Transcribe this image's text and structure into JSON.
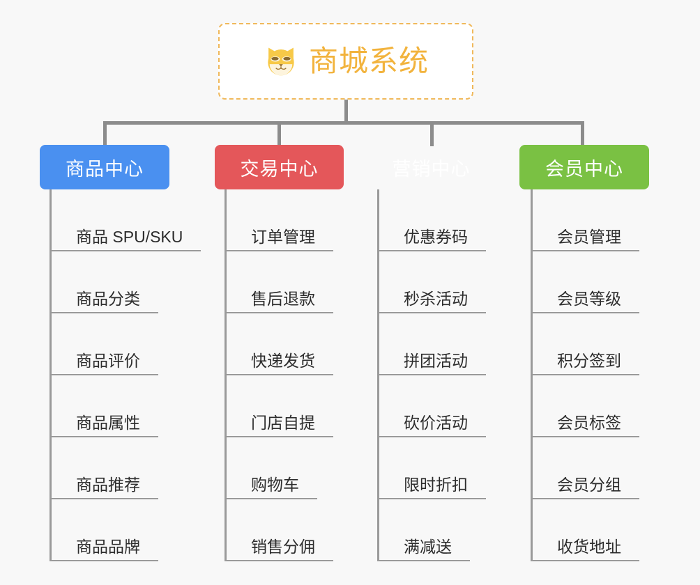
{
  "root": {
    "title": "商城系统",
    "icon": "shiba-inu-icon",
    "border_color": "#f0b95c",
    "text_color": "#f2b33d"
  },
  "theme": {
    "background": "#f8f8f8",
    "line_color": "#8c8c8c",
    "leaf_line_color": "#9a9a9a",
    "leaf_text_color": "#2c2c2c"
  },
  "branches": [
    {
      "label": "商品中心",
      "color": "#4a90f0",
      "items": [
        "商品 SPU/SKU",
        "商品分类",
        "商品评价",
        "商品属性",
        "商品推荐",
        "商品品牌"
      ]
    },
    {
      "label": "交易中心",
      "color": "#e4575a",
      "items": [
        "订单管理",
        "售后退款",
        "快递发货",
        "门店自提",
        "购物车",
        "销售分佣"
      ]
    },
    {
      "label": "营销中心",
      "color": "#eaa party",
      "items": [
        "优惠券码",
        "秒杀活动",
        "拼团活动",
        "砍价活动",
        "限时折扣",
        "满减送"
      ]
    },
    {
      "label": "会员中心",
      "color": "#7ac143",
      "items": [
        "会员管理",
        "会员等级",
        "积分签到",
        "会员标签",
        "会员分组",
        "收货地址"
      ]
    }
  ]
}
